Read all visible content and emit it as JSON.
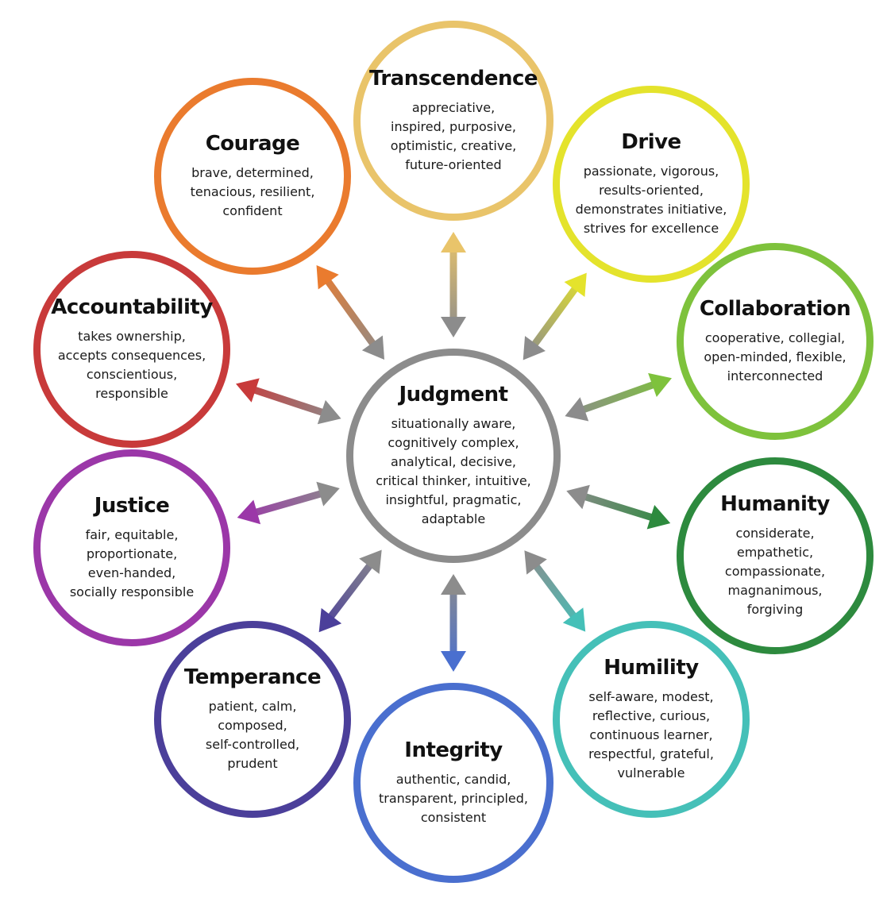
{
  "center": {
    "title": "Judgment",
    "color": "#8c8c8c",
    "lines": [
      "situationally aware,",
      "cognitively complex,",
      "analytical, decisive,",
      "critical thinker, intuitive,",
      "insightful, pragmatic,",
      "adaptable"
    ]
  },
  "virtues": [
    {
      "key": "transcendence",
      "title": "Transcendence",
      "color": "#e9c46a",
      "lines": [
        "appreciative,",
        "inspired, purposive,",
        "optimistic, creative,",
        "future-oriented"
      ]
    },
    {
      "key": "drive",
      "title": "Drive",
      "color": "#e4e32c",
      "lines": [
        "passionate, vigorous,",
        "results-oriented,",
        "demonstrates initiative,",
        "strives for excellence"
      ]
    },
    {
      "key": "collaboration",
      "title": "Collaboration",
      "color": "#7ec23c",
      "lines": [
        "cooperative, collegial,",
        "open-minded, flexible,",
        "interconnected"
      ]
    },
    {
      "key": "humanity",
      "title": "Humanity",
      "color": "#2d8a3e",
      "lines": [
        "considerate,",
        "empathetic,",
        "compassionate,",
        "magnanimous,",
        "forgiving"
      ]
    },
    {
      "key": "humility",
      "title": "Humility",
      "color": "#45c0b8",
      "lines": [
        "self-aware, modest,",
        "reflective, curious,",
        "continuous learner,",
        "respectful, grateful,",
        "vulnerable"
      ]
    },
    {
      "key": "integrity",
      "title": "Integrity",
      "color": "#4a6fcf",
      "lines": [
        "authentic, candid,",
        "transparent, principled,",
        "consistent"
      ]
    },
    {
      "key": "temperance",
      "title": "Temperance",
      "color": "#4b3f9a",
      "lines": [
        "patient, calm,",
        "composed,",
        "self-controlled,",
        "prudent"
      ]
    },
    {
      "key": "justice",
      "title": "Justice",
      "color": "#9b37a8",
      "lines": [
        "fair, equitable,",
        "proportionate,",
        "even-handed,",
        "socially responsible"
      ]
    },
    {
      "key": "accountability",
      "title": "Accountability",
      "color": "#c83a3a",
      "lines": [
        "takes ownership,",
        "accepts consequences,",
        "conscientious,",
        "responsible"
      ]
    },
    {
      "key": "courage",
      "title": "Courage",
      "color": "#ea7b2e",
      "lines": [
        "brave, determined,",
        "tenacious, resilient,",
        "confident"
      ]
    }
  ]
}
